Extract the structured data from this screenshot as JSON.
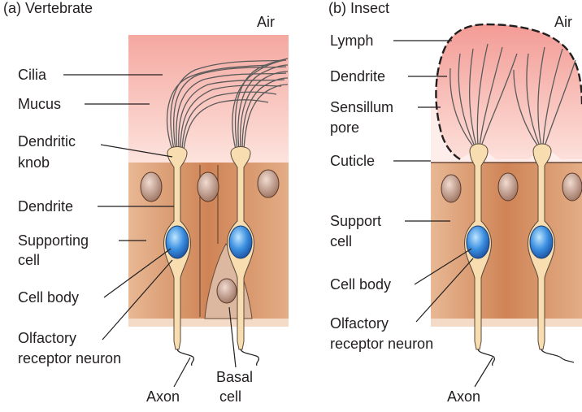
{
  "panel_a": {
    "title": "(a) Vertebrate",
    "air": "Air",
    "labels": {
      "cilia": "Cilia",
      "mucus": "Mucus",
      "dendritic_knob_1": "Dendritic",
      "dendritic_knob_2": "knob",
      "dendrite": "Dendrite",
      "supporting_cell_1": "Supporting",
      "supporting_cell_2": "cell",
      "cell_body": "Cell body",
      "orn_1": "Olfactory",
      "orn_2": "receptor neuron",
      "axon": "Axon",
      "basal_cell_1": "Basal",
      "basal_cell_2": "cell"
    }
  },
  "panel_b": {
    "title": "(b) Insect",
    "air": "Air",
    "labels": {
      "lymph": "Lymph",
      "dendrite": "Dendrite",
      "sensillum_pore_1": "Sensillum",
      "sensillum_pore_2": "pore",
      "cuticle": "Cuticle",
      "support_cell_1": "Support",
      "support_cell_2": "cell",
      "cell_body": "Cell body",
      "orn_1": "Olfactory",
      "orn_2": "receptor neuron",
      "axon": "Axon"
    }
  },
  "colors": {
    "air_pink": "#f6b8b0",
    "tissue_tan": "#d79a72",
    "tissue_dark": "#c47a4c",
    "nucleus_blue": "#2f7fd0",
    "neuron_cream": "#f7ddb0",
    "support_nucleus": "#b58a74"
  }
}
